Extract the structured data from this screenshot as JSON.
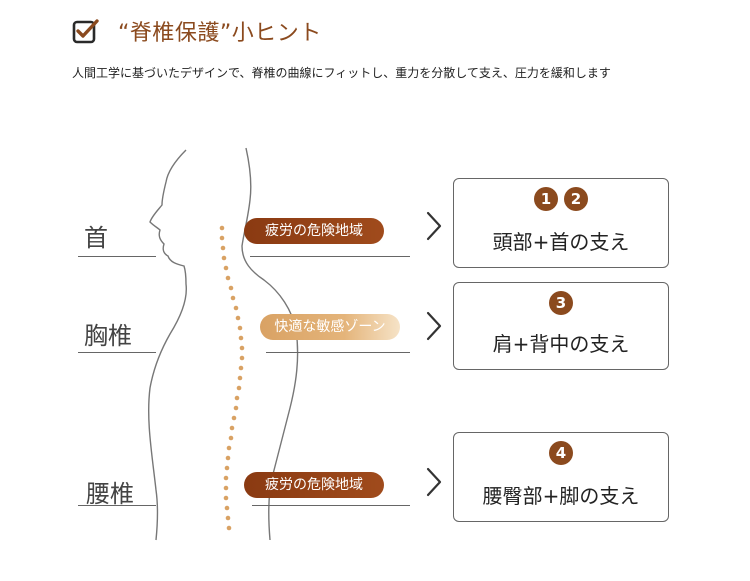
{
  "header": {
    "title": "“脊椎保護”小ヒント",
    "subtitle": "人間工学に基づいたデザインで、脊椎の曲線にフィットし、重力を分散して支え、圧力を緩和します"
  },
  "regions": [
    {
      "label": "首",
      "zone": "疲労の危険地域",
      "zone_type": "danger",
      "badges": [
        "1",
        "2"
      ],
      "support": "頭部+首の支え"
    },
    {
      "label": "胸椎",
      "zone": "快適な敏感ゾーン",
      "zone_type": "comfort",
      "badges": [
        "3"
      ],
      "support": "肩+背中の支え"
    },
    {
      "label": "腰椎",
      "zone": "疲労の危険地域",
      "zone_type": "danger",
      "badges": [
        "4"
      ],
      "support": "腰臀部+脚の支え"
    }
  ],
  "colors": {
    "accent_brown": "#8b4a1e",
    "danger_pill": "#8a3a12",
    "comfort_pill": "#d9a264",
    "spine_dots": "#d9a264",
    "outline": "#555555"
  },
  "icons": {
    "header_icon": "checkbox-check-icon",
    "arrow": "chevron-right-icon"
  }
}
